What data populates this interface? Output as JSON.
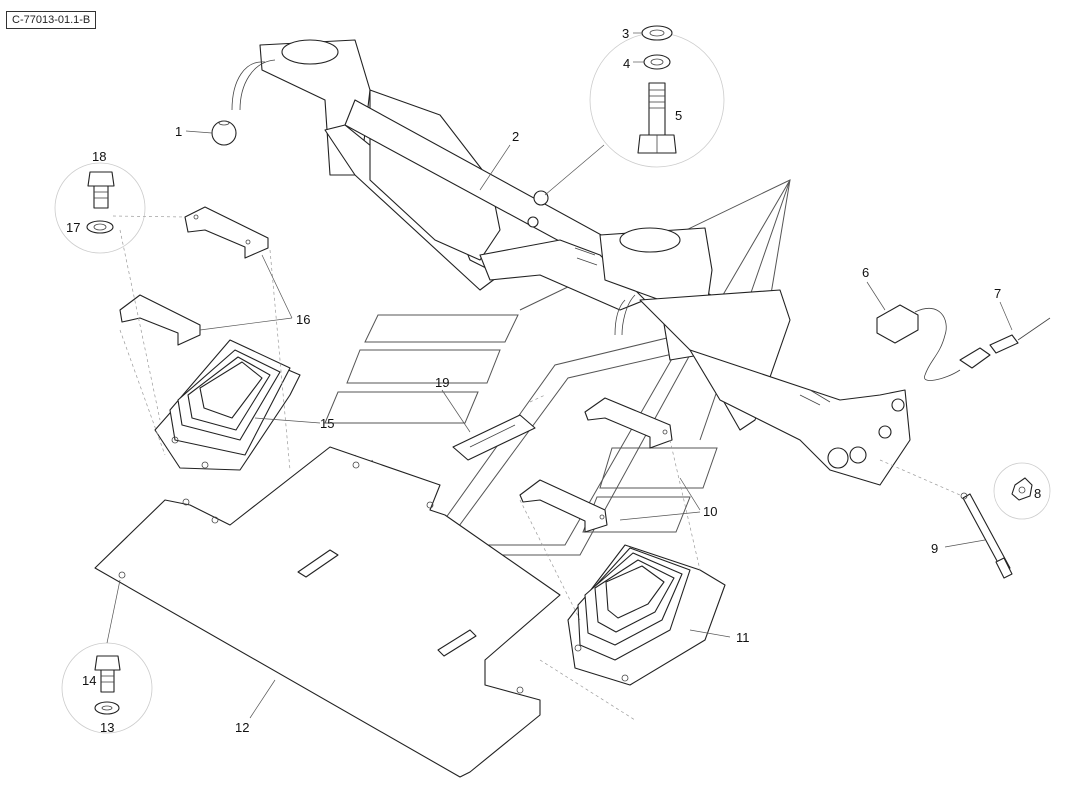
{
  "drawing_reference": "C-77013-01.1-B",
  "callouts": [
    {
      "id": "callout-1",
      "text": "1"
    },
    {
      "id": "callout-2",
      "text": "2"
    },
    {
      "id": "callout-3",
      "text": "3"
    },
    {
      "id": "callout-4",
      "text": "4"
    },
    {
      "id": "callout-5",
      "text": "5"
    },
    {
      "id": "callout-6",
      "text": "6"
    },
    {
      "id": "callout-7",
      "text": "7"
    },
    {
      "id": "callout-8",
      "text": "8"
    },
    {
      "id": "callout-9",
      "text": "9"
    },
    {
      "id": "callout-10",
      "text": "10"
    },
    {
      "id": "callout-11",
      "text": "11"
    },
    {
      "id": "callout-12",
      "text": "12"
    },
    {
      "id": "callout-13",
      "text": "13"
    },
    {
      "id": "callout-14",
      "text": "14"
    },
    {
      "id": "callout-15",
      "text": "15"
    },
    {
      "id": "callout-16",
      "text": "16"
    },
    {
      "id": "callout-17",
      "text": "17"
    },
    {
      "id": "callout-18",
      "text": "18"
    },
    {
      "id": "callout-19",
      "text": "19"
    }
  ]
}
